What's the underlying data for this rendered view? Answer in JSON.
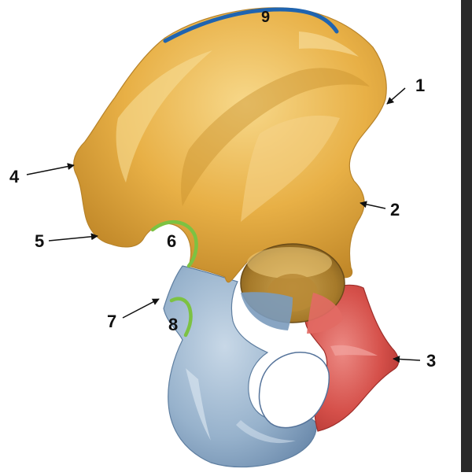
{
  "labels": {
    "l1": "1",
    "l2": "2",
    "l3": "3",
    "l4": "4",
    "l5": "5",
    "l6": "6",
    "l7": "7",
    "l8": "8",
    "l9": "9"
  },
  "colors": {
    "ilium": "#e8b046",
    "ilium_light": "#f6d27a",
    "ilium_shadow": "#c28a2b",
    "ischium": "#98b3cd",
    "ischium_light": "#c2d4e4",
    "ischium_shadow": "#6f8eb0",
    "pubis": "#d5504a",
    "pubis_light": "#ee8b86",
    "crest_marker": "#1f64b0",
    "notch_marker": "#7cc242",
    "arrow": "#111111",
    "right_strip": "#2a2a2a"
  }
}
